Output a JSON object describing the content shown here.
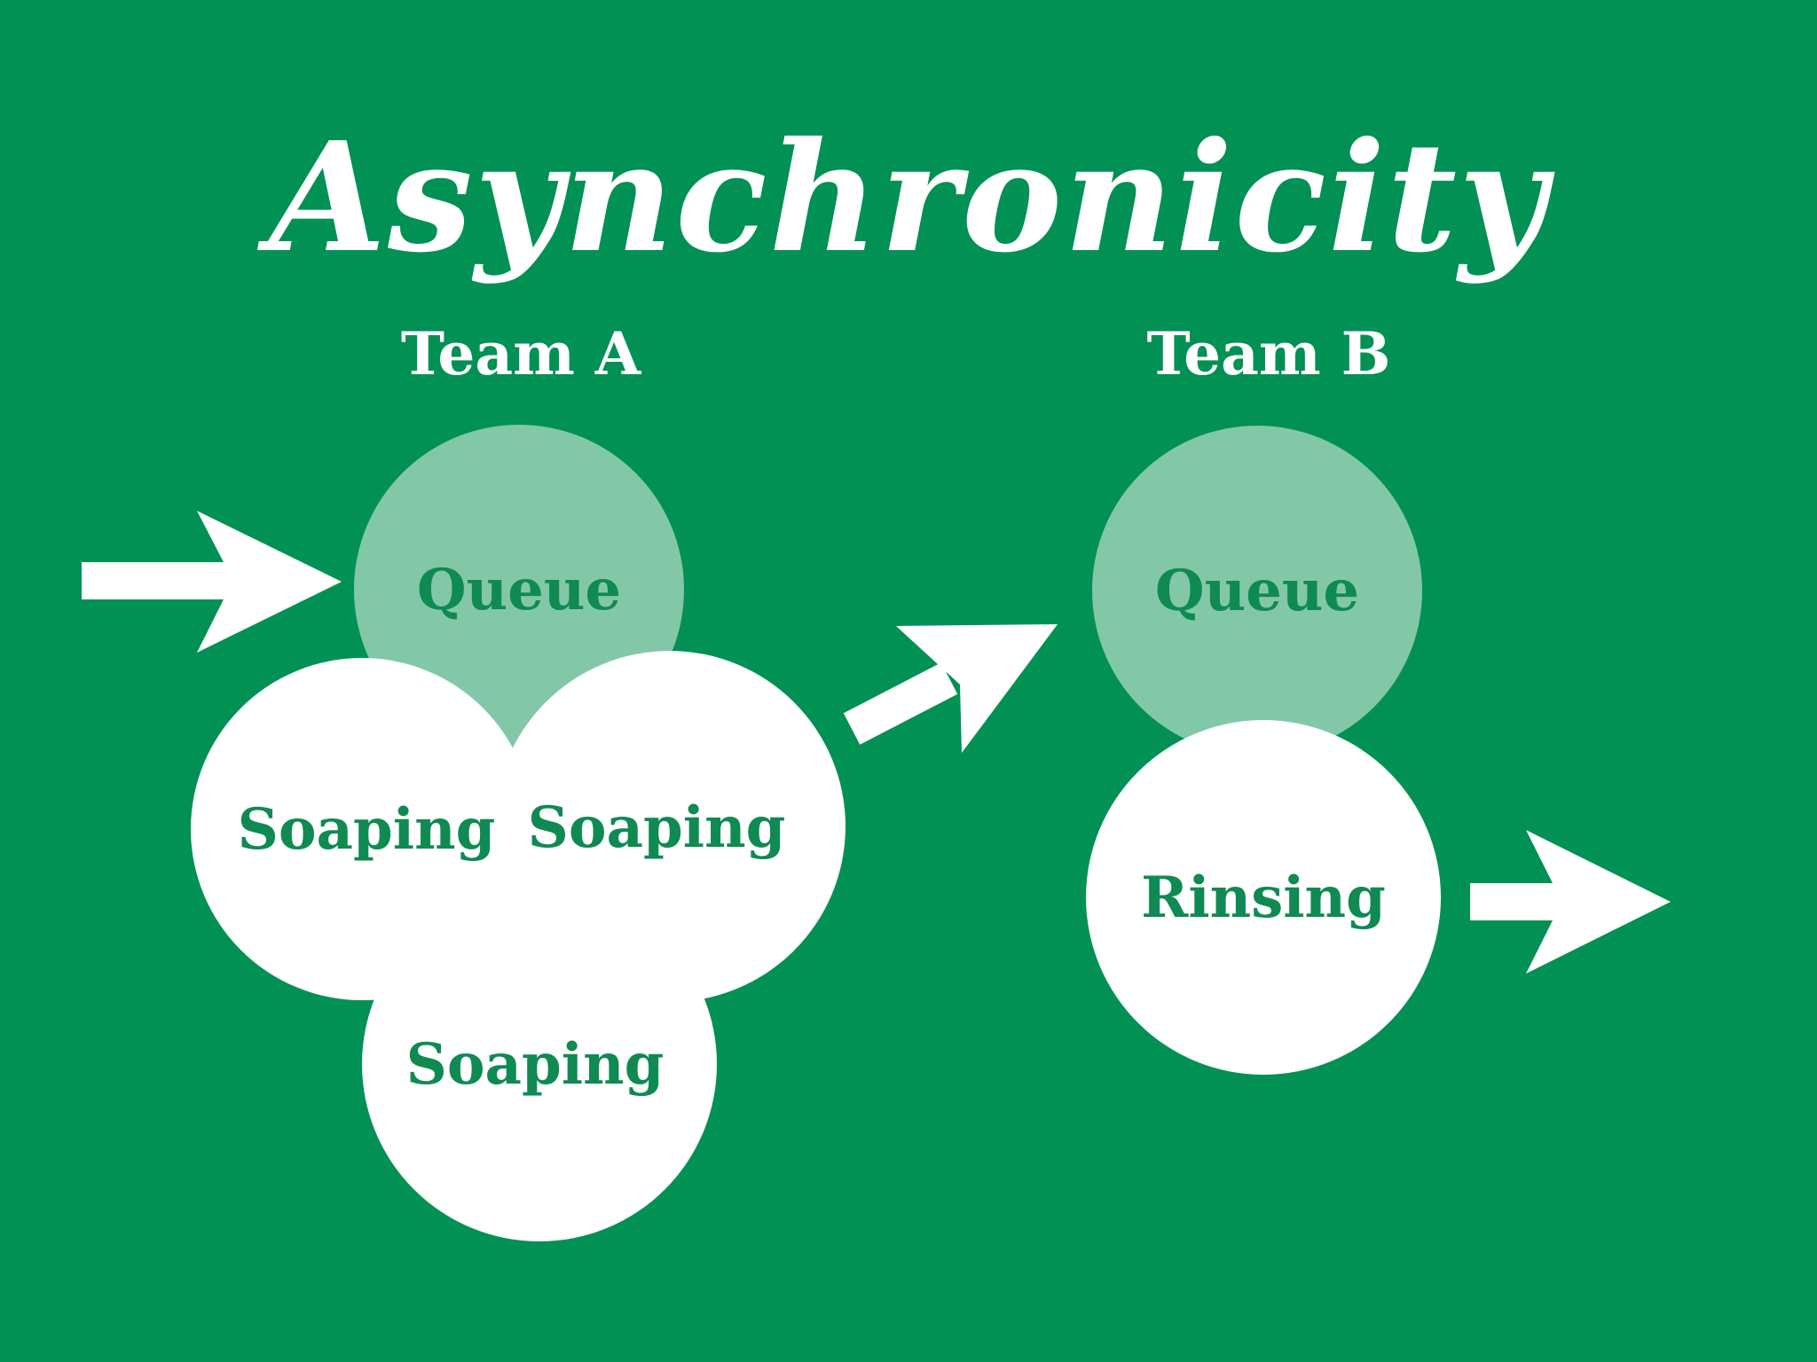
{
  "title": "Asynchronicity",
  "teams": [
    {
      "label": "Team A"
    },
    {
      "label": "Team B"
    }
  ],
  "nodes": {
    "team_a_queue": "Queue",
    "team_a_soaping_left": "Soaping",
    "team_a_soaping_right": "Soaping",
    "team_a_soaping_bottom": "Soaping",
    "team_b_queue": "Queue",
    "team_b_rinsing": "Rinsing"
  },
  "colors": {
    "background": "#029154",
    "queue_fill": "#82c8a8",
    "worker_fill": "#ffffff",
    "text_light": "#ffffff",
    "text_dark": "#0f8a52",
    "arrow": "#ffffff"
  }
}
